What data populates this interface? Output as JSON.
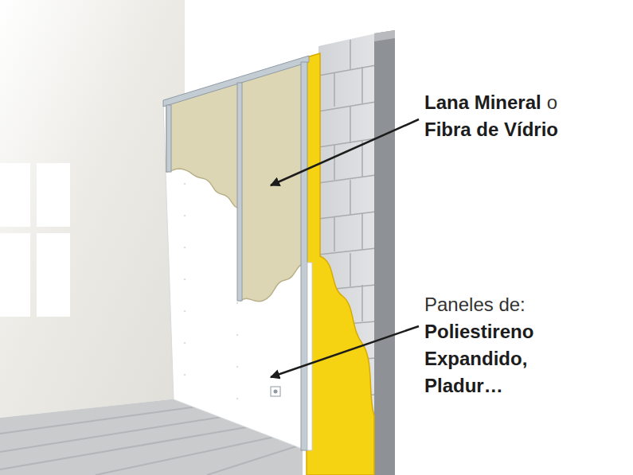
{
  "diagram": {
    "labels": [
      "Lana Mineral",
      "o",
      "Fibra de Vídrio",
      "Paneles de:",
      "Poliestireno Expandido,",
      "Pladur…"
    ]
  }
}
